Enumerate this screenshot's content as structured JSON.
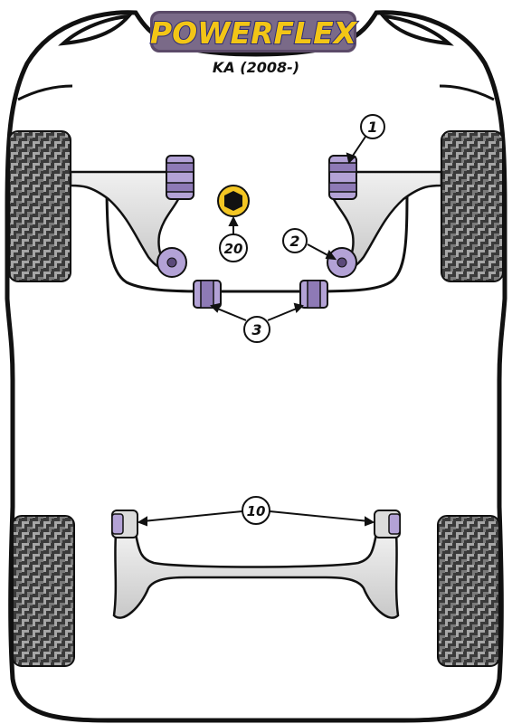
{
  "brand": {
    "name": "POWERFLEX",
    "colors": {
      "gold": "#f2c516",
      "navy": "#2a2a7a",
      "badge_bg": "#5a4a6a"
    }
  },
  "title": "KA (2008-)",
  "colors": {
    "bush_purple": "#b3a2d6",
    "bush_shadow": "#8e7ab6",
    "arm_grey": "#dcdcdc",
    "outline": "#111111",
    "tyre_dark": "#2b2b2b",
    "tyre_light": "#9a9a9a",
    "engine_mount_yellow": "#f3c623"
  },
  "callouts": [
    {
      "id": "1",
      "label": "1"
    },
    {
      "id": "2",
      "label": "2"
    },
    {
      "id": "3",
      "label": "3"
    },
    {
      "id": "10",
      "label": "10"
    },
    {
      "id": "20",
      "label": "20"
    }
  ]
}
